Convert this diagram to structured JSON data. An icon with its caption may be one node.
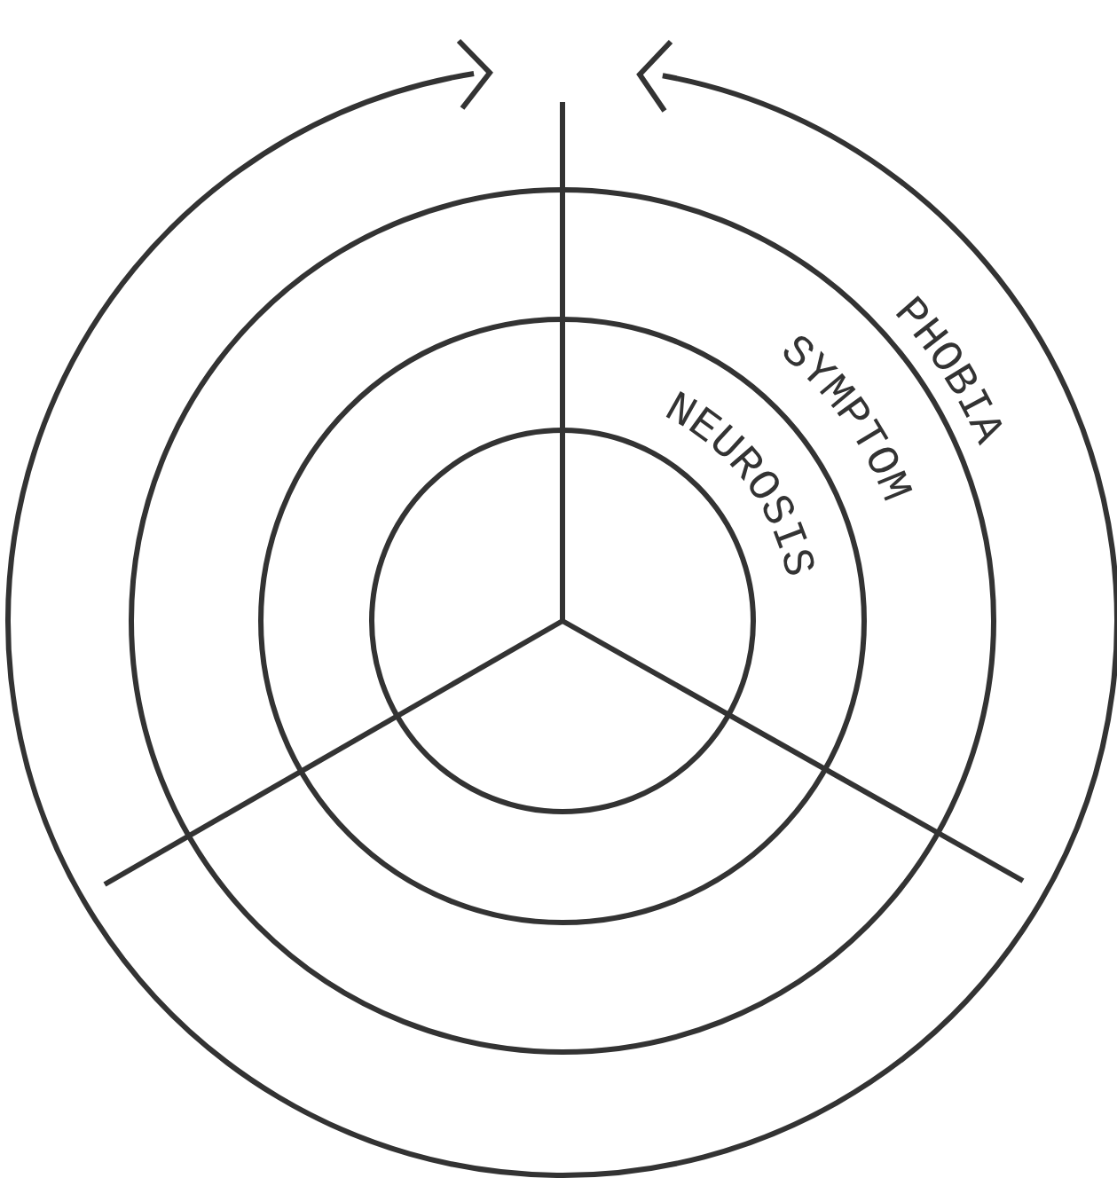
{
  "diagram": {
    "nodes": [
      {
        "text": [
          "PHOBIA"
        ]
      },
      {
        "text": [
          "SYMPTOM"
        ],
        "in": 0
      },
      {
        "text": [
          "NEUROSIS"
        ],
        "in": 1
      },
      {
        "text": [],
        "shape": "circle",
        "in": 2
      }
    ]
  }
}
